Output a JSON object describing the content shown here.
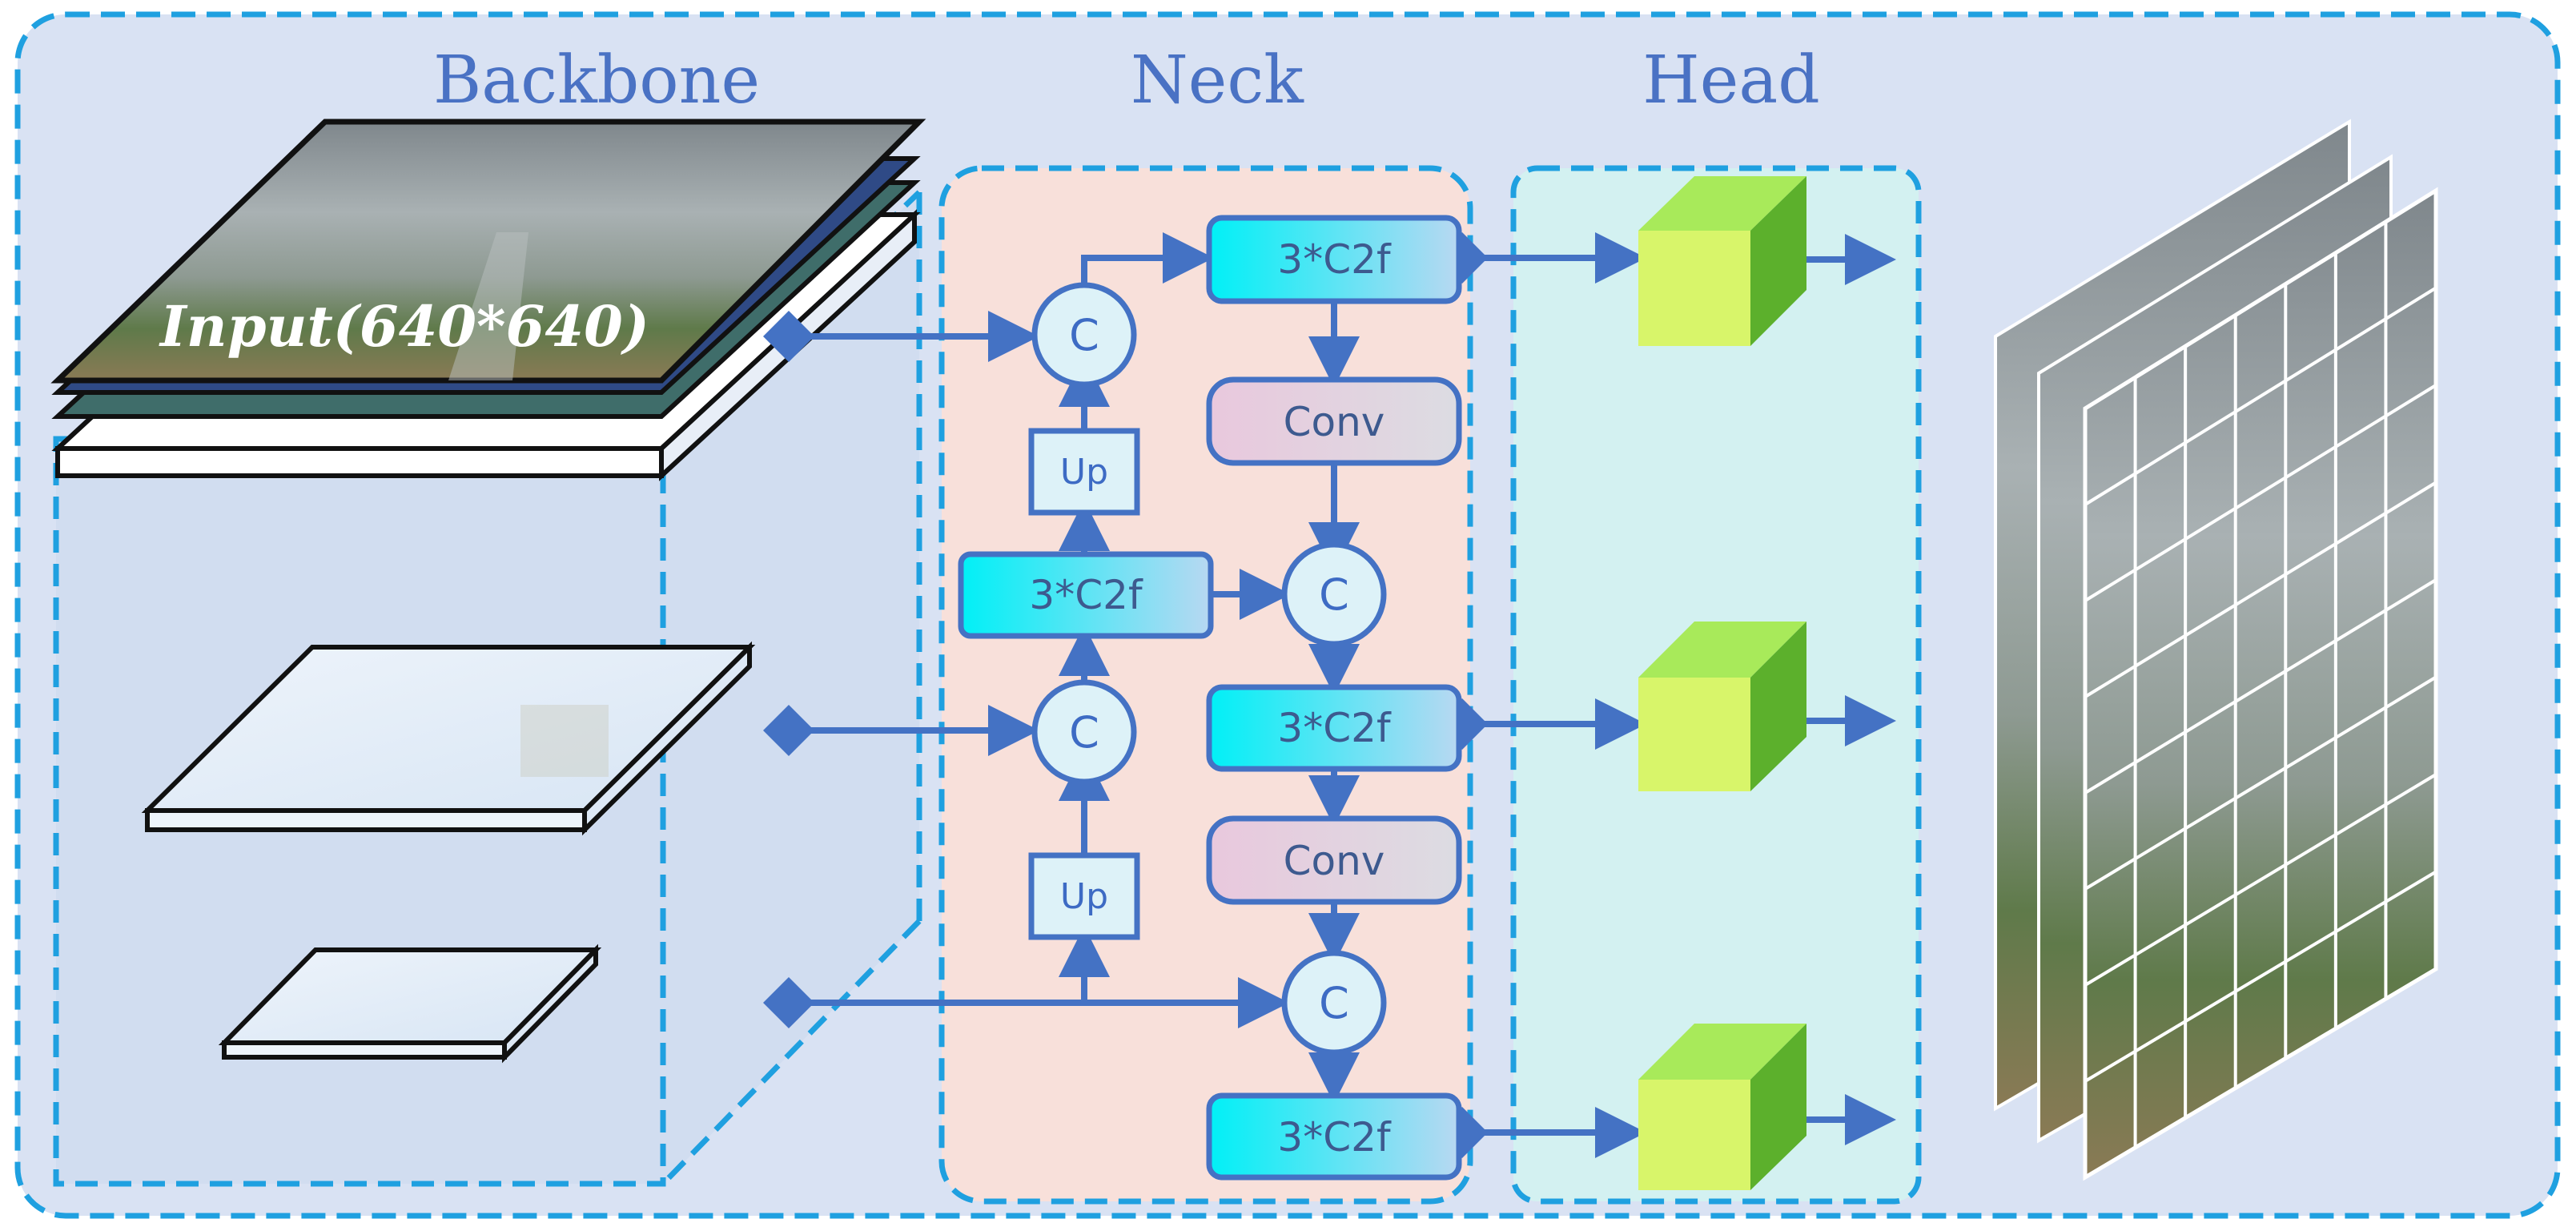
{
  "sections": {
    "backbone": "Backbone",
    "neck": "Neck",
    "head": "Head"
  },
  "input_label": "Input(640*640)",
  "neck_nodes": {
    "c2f_top": "3*C2f",
    "conv_top": "Conv",
    "c2f_mid_left": "3*C2f",
    "c2f_mid": "3*C2f",
    "conv_bottom": "Conv",
    "c2f_bottom": "3*C2f",
    "up_top": "Up",
    "up_bottom": "Up",
    "concat_1": "C",
    "concat_2": "C",
    "concat_3": "C",
    "concat_4": "C"
  },
  "colors": {
    "outer_bg": "#d9e2f3",
    "border": "#1fa0e0",
    "neck_bg": "#f8e0da",
    "head_bg": "#d3f1f1",
    "arrow": "#4472c4",
    "c2f_start": "#00f0f6",
    "c2f_end": "#b8d8f2",
    "conv_fill": "#e4cde0",
    "cube_light": "#d8f56a",
    "cube_dark": "#5cb02c"
  }
}
